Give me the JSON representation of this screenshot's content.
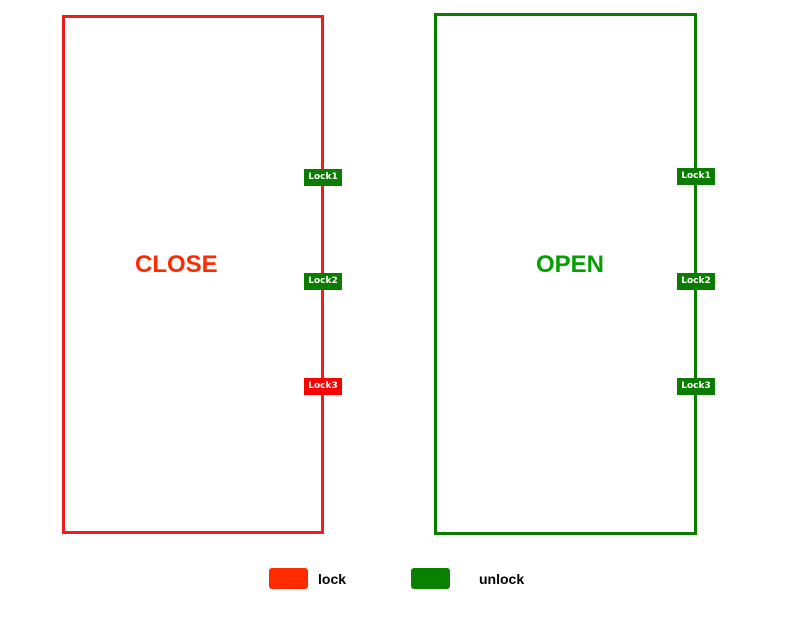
{
  "colors": {
    "locked_border": "#ee1c1c",
    "close_text": "#ff2a00",
    "locked_fill": "#ff0000",
    "unlocked": "#0a7d00",
    "open_text": "#05a000",
    "legend_lock": "#ff2a00",
    "legend_unlock": "#0a8000"
  },
  "doors": {
    "close": {
      "label": "CLOSE",
      "locks": [
        {
          "label": "Lock1",
          "state": "unlock"
        },
        {
          "label": "Lock2",
          "state": "unlock"
        },
        {
          "label": "Lock3",
          "state": "lock"
        }
      ]
    },
    "open": {
      "label": "OPEN",
      "locks": [
        {
          "label": "Lock1",
          "state": "unlock"
        },
        {
          "label": "Lock2",
          "state": "unlock"
        },
        {
          "label": "Lock3",
          "state": "unlock"
        }
      ]
    }
  },
  "legend": {
    "lock_label": "lock",
    "unlock_label": "unlock"
  }
}
